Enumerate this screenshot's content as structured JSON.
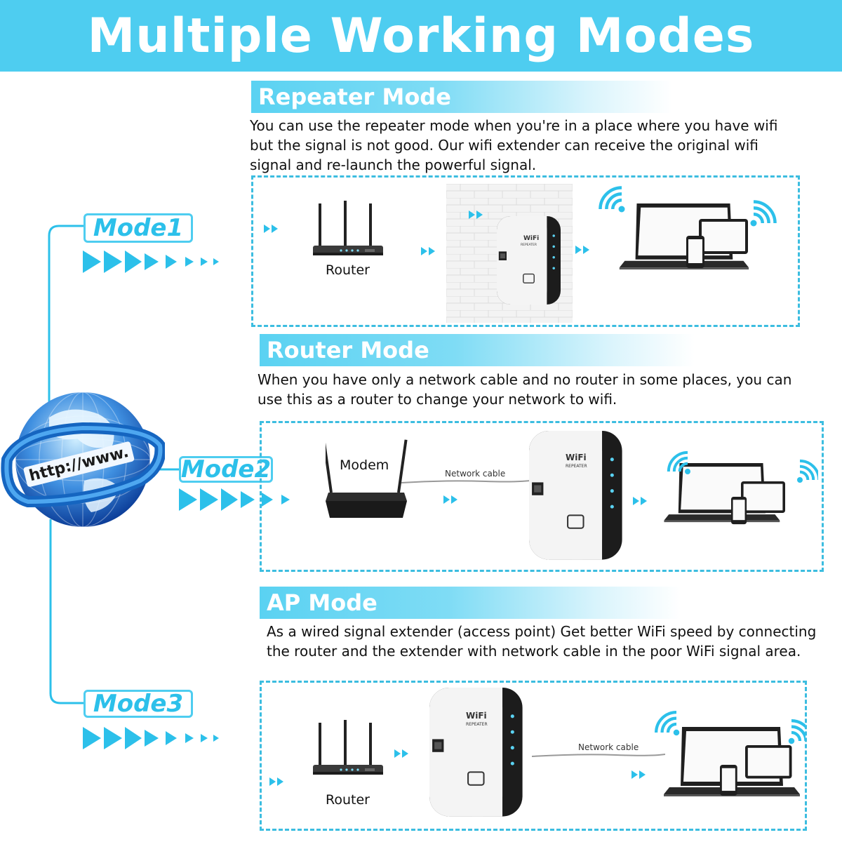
{
  "title": "Multiple Working Modes",
  "colors": {
    "accent": "#4ecdf0",
    "accent_dark": "#2cc0ea",
    "text": "#111111"
  },
  "globe": {
    "text": "http://www."
  },
  "modes": [
    {
      "label": "Mode1",
      "title": "Repeater Mode",
      "description": "You can use the repeater mode when you're in a place where you have wifi but the signal is not good. Our wifi extender can receive the original wifi signal and re-launch the powerful signal.",
      "device_label": "Router"
    },
    {
      "label": "Mode2",
      "title": "Router Mode",
      "description": "When you have only a network cable and no router in some places, you can use this as a router to change your network to wifi.",
      "device_label": "Modem",
      "cable_label": "Network cable"
    },
    {
      "label": "Mode3",
      "title": "AP Mode",
      "description": "As a wired signal extender (access point) Get better WiFi speed by connecting the router and the extender with network cable in the poor WiFi signal area.",
      "device_label": "Router",
      "cable_label": "Network cable"
    }
  ],
  "extender": {
    "brand": "WiFi",
    "model": "REPEATER"
  },
  "icons": [
    "globe-icon",
    "router-icon",
    "modem-icon",
    "wifi-extender-icon",
    "laptop-icon",
    "tablet-icon",
    "phone-icon",
    "wifi-signal-icon",
    "arrow-icon",
    "brick-wall-icon"
  ]
}
